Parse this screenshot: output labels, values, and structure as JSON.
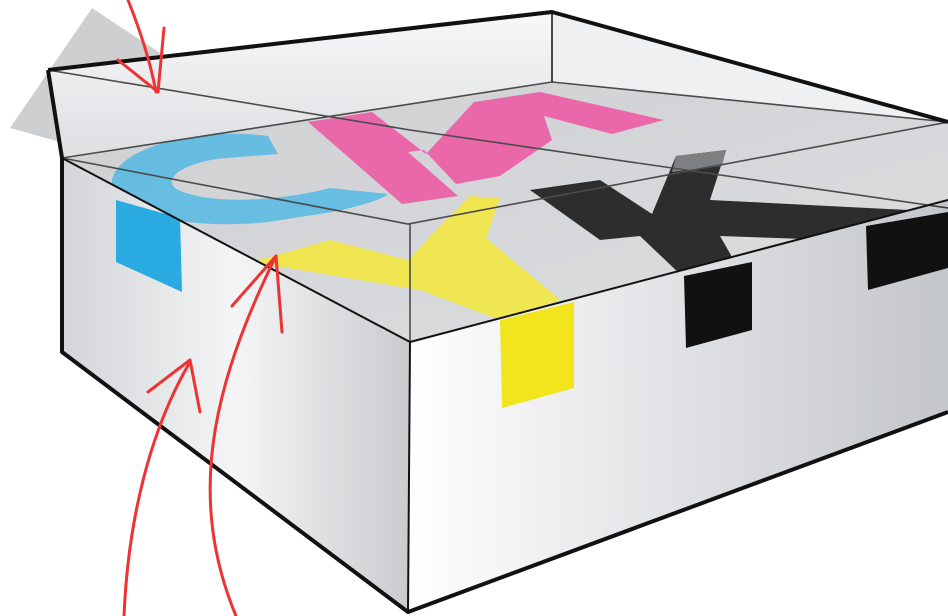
{
  "diagram": {
    "letters": [
      {
        "id": "c",
        "text": "C",
        "color": "#29abe2"
      },
      {
        "id": "m",
        "text": "M",
        "color": "#e84c9c"
      },
      {
        "id": "y",
        "text": "Y",
        "color": "#f2e51d"
      },
      {
        "id": "k",
        "text": "K",
        "color": "#111111"
      }
    ],
    "colors": {
      "box_outline": "#111111",
      "glass_line": "#333333",
      "arrow": "#ee3333",
      "side_light": "#f1f2f4",
      "side_dark": "#b8bbc0",
      "floor": "#cfd1d4"
    },
    "icons": [
      "arrow-icon",
      "arrow-icon",
      "arrow-icon"
    ]
  }
}
